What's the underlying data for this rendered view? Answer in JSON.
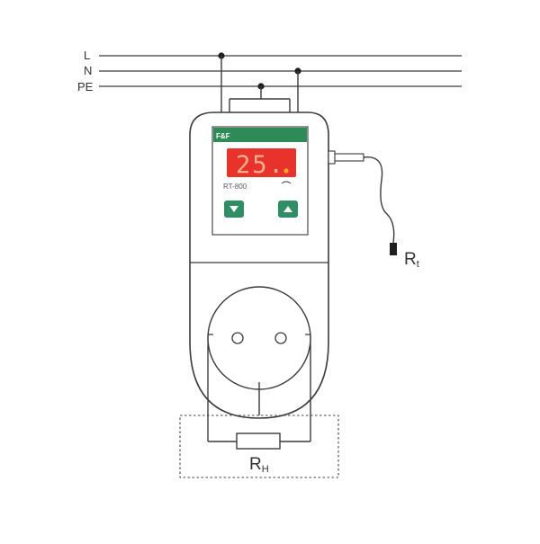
{
  "lines": {
    "l_label": "L",
    "n_label": "N",
    "pe_label": "PE"
  },
  "device": {
    "logo_text": "F&F",
    "display_value": "25.",
    "model": "RT-800",
    "down_icon": "triangle-down-icon",
    "up_icon": "triangle-up-icon"
  },
  "sensor": {
    "label_main": "R",
    "label_sub": "t"
  },
  "load": {
    "label_main": "R",
    "label_sub": "H"
  },
  "colors": {
    "logo_bar": "#2e8b57",
    "display_bg": "#e8322c",
    "button_fill": "#2f8e63",
    "line": "#3a3a3a"
  }
}
